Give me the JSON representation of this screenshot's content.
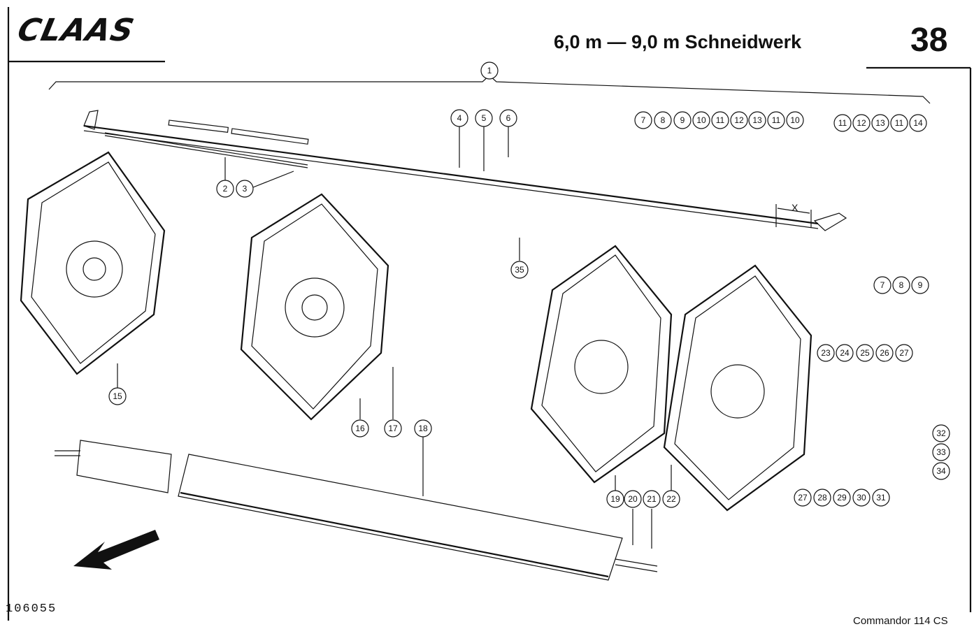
{
  "header": {
    "logo": "CLAAS",
    "title": "6,0 m — 9,0 m Schneidwerk",
    "page_number": "38"
  },
  "footer": {
    "drawing_number": "106055",
    "model": "Commandor 114 CS"
  },
  "dimension_label": "X",
  "callouts": [
    {
      "id": "c1",
      "label": "1"
    },
    {
      "id": "c2",
      "label": "2"
    },
    {
      "id": "c3",
      "label": "3"
    },
    {
      "id": "c4",
      "label": "4"
    },
    {
      "id": "c5",
      "label": "5"
    },
    {
      "id": "c6",
      "label": "6"
    },
    {
      "id": "c7a",
      "label": "7"
    },
    {
      "id": "c8a",
      "label": "8"
    },
    {
      "id": "c9a",
      "label": "9"
    },
    {
      "id": "c10a",
      "label": "10"
    },
    {
      "id": "c11a",
      "label": "11"
    },
    {
      "id": "c12a",
      "label": "12"
    },
    {
      "id": "c13a",
      "label": "13"
    },
    {
      "id": "c11b",
      "label": "11"
    },
    {
      "id": "c10b",
      "label": "10"
    },
    {
      "id": "c11c",
      "label": "11"
    },
    {
      "id": "c12b",
      "label": "12"
    },
    {
      "id": "c13b",
      "label": "13"
    },
    {
      "id": "c11d",
      "label": "11"
    },
    {
      "id": "c14",
      "label": "14"
    },
    {
      "id": "c7b",
      "label": "7"
    },
    {
      "id": "c8b",
      "label": "8"
    },
    {
      "id": "c9b",
      "label": "9"
    },
    {
      "id": "c35",
      "label": "35"
    },
    {
      "id": "c15",
      "label": "15"
    },
    {
      "id": "c16",
      "label": "16"
    },
    {
      "id": "c17",
      "label": "17"
    },
    {
      "id": "c18",
      "label": "18"
    },
    {
      "id": "c19",
      "label": "19"
    },
    {
      "id": "c20",
      "label": "20"
    },
    {
      "id": "c21",
      "label": "21"
    },
    {
      "id": "c22",
      "label": "22"
    },
    {
      "id": "c23",
      "label": "23"
    },
    {
      "id": "c24",
      "label": "24"
    },
    {
      "id": "c25",
      "label": "25"
    },
    {
      "id": "c26",
      "label": "26"
    },
    {
      "id": "c27a",
      "label": "27"
    },
    {
      "id": "c27b",
      "label": "27"
    },
    {
      "id": "c28",
      "label": "28"
    },
    {
      "id": "c29",
      "label": "29"
    },
    {
      "id": "c30",
      "label": "30"
    },
    {
      "id": "c31",
      "label": "31"
    },
    {
      "id": "c32",
      "label": "32"
    },
    {
      "id": "c33",
      "label": "33"
    },
    {
      "id": "c34",
      "label": "34"
    }
  ]
}
